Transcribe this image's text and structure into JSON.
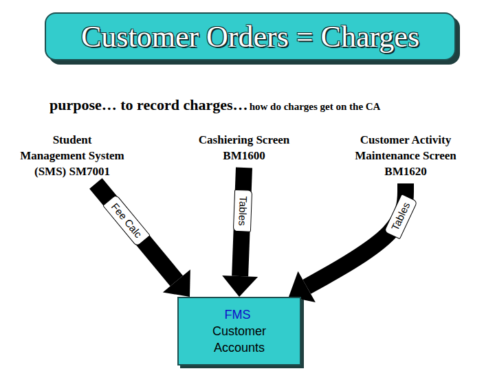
{
  "diagram": {
    "title": "Customer Orders = Charges",
    "nodes": [
      {
        "text": [
          "Student Management System (SMS) SM7001"
        ]
      },
      {
        "text": [
          "Cashiering Screen BM1600"
        ]
      },
      {
        "text": [
          "Customer Activity Maintenance Screen BM1620"
        ]
      },
      {
        "text": [
          "FMS",
          "Customer Accounts"
        ]
      }
    ],
    "edges": [
      {
        "from": 0,
        "to": 3,
        "label": "Fee Calc",
        "arrow": "to"
      },
      {
        "from": 1,
        "to": 3,
        "label": "Tables",
        "arrow": "to"
      },
      {
        "from": 2,
        "to": 3,
        "label": "Tables",
        "arrow": "to"
      }
    ],
    "labels": [
      "purpose… to record charges…",
      "how do charges get on the CA"
    ]
  }
}
